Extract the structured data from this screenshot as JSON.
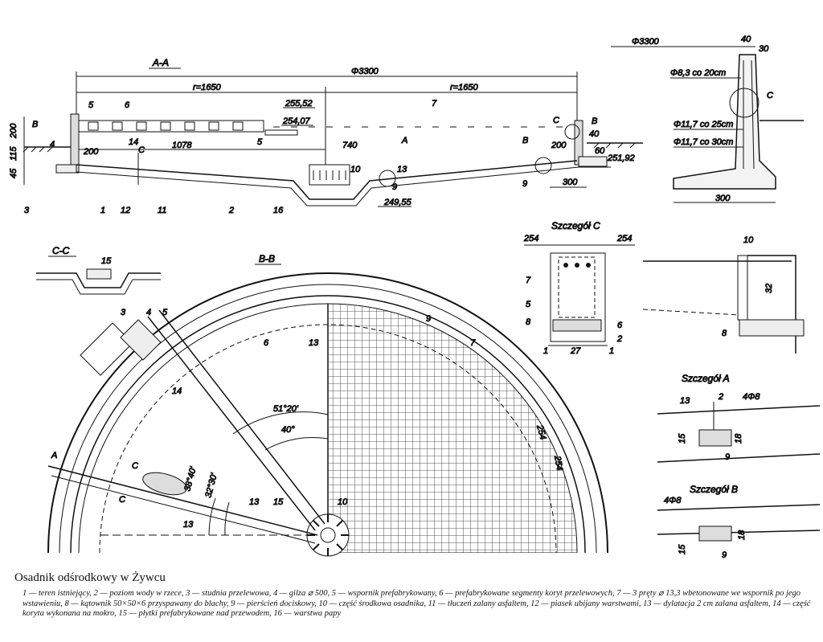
{
  "sections": {
    "aa": "A-A",
    "bb": "B-B",
    "cc": "C-C",
    "detail_c": "Szczegół C",
    "detail_a": "Szczegół A",
    "detail_b": "Szczegół B"
  },
  "dimensions": {
    "phi_main": "Φ3300",
    "phi_wall": "Φ3300",
    "r_left": "r=1650",
    "r_right": "r=1650",
    "elev_top": "255,52",
    "elev_weir": "254,07",
    "elev_ground": "251,92",
    "elev_bottom": "249,55",
    "d200a": "200",
    "d115": "115",
    "d45": "45",
    "d200b": "200",
    "d1078": "1078",
    "d740": "740",
    "d200c": "200",
    "d40a": "40",
    "d60": "60",
    "d300a": "300",
    "d40b": "40",
    "d30": "30",
    "bar1": "Φ8,3 co 20cm",
    "bar2": "Φ11,7 co 25cm",
    "bar3": "Φ11,7 co 30cm",
    "d300b": "300",
    "d254a": "254",
    "d254b": "254",
    "d27": "27",
    "d1a": "1",
    "d1b": "1",
    "d2": "2",
    "d6": "6",
    "d10": "10",
    "d32": "32",
    "ang1": "51°20'",
    "ang2": "40°",
    "ang3": "38°40'",
    "ang4": "32°30'",
    "d254c": "254",
    "d254d": "254",
    "d2a": "2",
    "bars_a": "4Φ8",
    "d15a": "15",
    "d18a": "18",
    "bars_b": "4Φ8",
    "d15b": "15",
    "d18b": "18"
  },
  "markers": {
    "B": "B",
    "C": "C",
    "A": "A",
    "n1": "1",
    "n2": "2",
    "n3": "3",
    "n4": "4",
    "n5": "5",
    "n6": "6",
    "n7": "7",
    "n8": "8",
    "n9": "9",
    "n10": "10",
    "n11": "11",
    "n12": "12",
    "n13": "13",
    "n14": "14",
    "n15": "15",
    "n16": "16"
  },
  "caption": {
    "title": "Osadnik odśrodkowy w Żywcu",
    "legend": "1 — teren istniejący, 2 — poziom wody w rzece, 3 — studnia przelewowa, 4 — gilza ⌀ 500, 5 — wspornik prefabrykowany, 6 — prefabrykowane segmenty koryt przelewowych, 7 — 3 pręty ⌀ 13,3 wbetonowane we wspornik po jego wstawieniu, 8 — kątownik 50×50×6 przyspawany do blachy, 9 — pierścień dociskowy, 10 — część środkowa osadnika, 11 — tłuczeń zalany asfaltem, 12 — piasek ubijany warstwami, 13 — dylatacja 2 cm zalana asfaltem, 14 — część koryta wykonana na mokro, 15 — płytki prefabrykowane nad przewodem, 16 — warstwa papy"
  }
}
